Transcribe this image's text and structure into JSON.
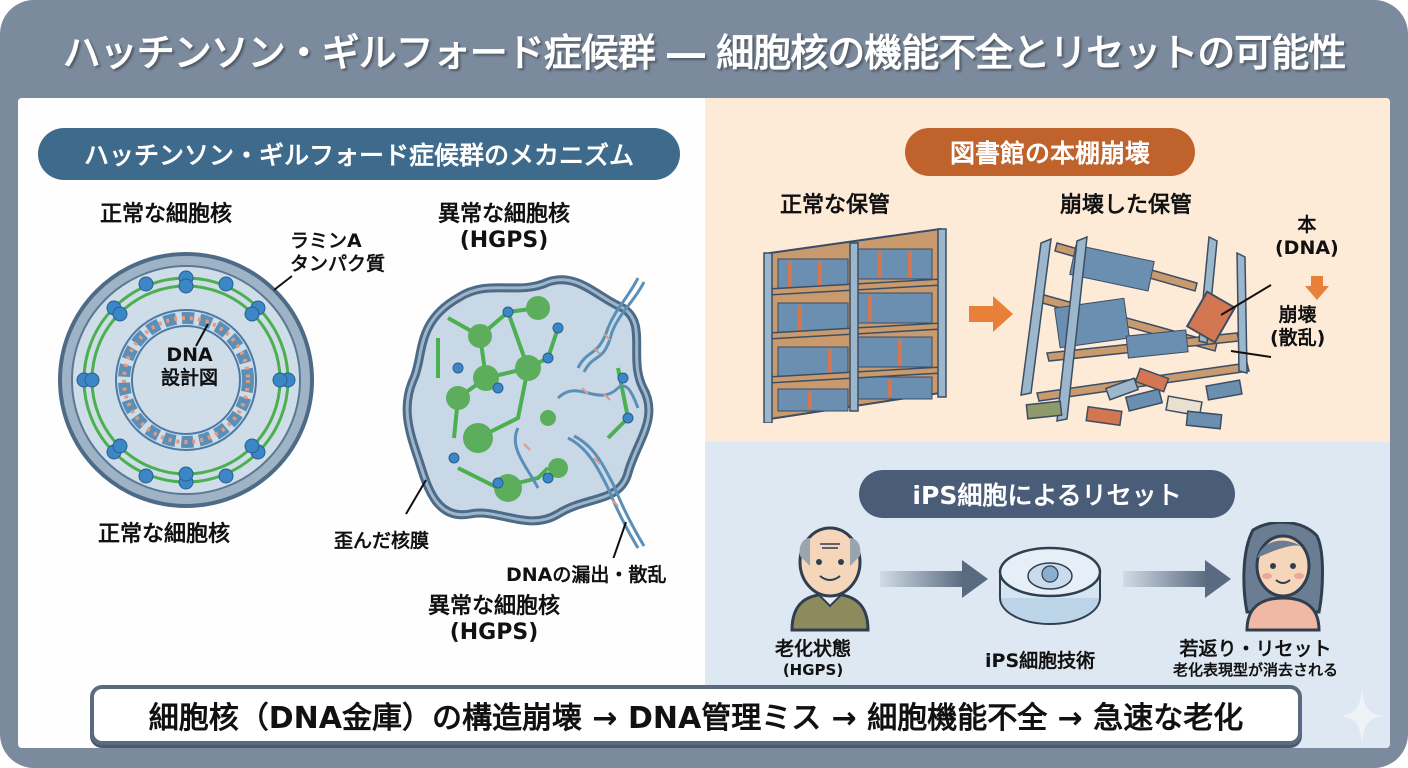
{
  "title": "ハッチンソン・ギルフォード症候群 ― 細胞核の機能不全とリセットの可能性",
  "colors": {
    "frame": "#7b8a9c",
    "mechanism_pill": "#3e6b8c",
    "library_pill": "#c0622c",
    "ips_pill": "#4a5d78",
    "peach_bg": "#fdebd8",
    "blue_bg": "#dde8f2",
    "lamin_green": "#4caf50",
    "lamin_dot": "#3a86c6",
    "arrow_orange": "#e8803a"
  },
  "mechanism": {
    "heading": "ハッチンソン・ギルフォード症候群のメカニズム",
    "normal": {
      "title": "正常な細胞核",
      "lamin_label_line1": "ラミンA",
      "lamin_label_line2": "タンパク質",
      "dna_label_line1": "DNA",
      "dna_label_line2": "設計図",
      "caption": "正常な細胞核"
    },
    "abnormal": {
      "title_line1": "異常な細胞核",
      "title_line2": "(HGPS)",
      "membrane_label": "歪んだ核膜",
      "leak_label": "DNAの漏出・散乱",
      "caption_line1": "異常な細胞核",
      "caption_line2": "(HGPS)"
    }
  },
  "library": {
    "heading": "図書館の本棚崩壊",
    "normal_label": "正常な保管",
    "collapsed_label": "崩壊した保管",
    "book_label_line1": "本",
    "book_label_line2": "(DNA)",
    "collapse_label_line1": "崩壊",
    "collapse_label_line2": "(散乱)"
  },
  "ips": {
    "heading": "iPS細胞によるリセット",
    "steps": [
      {
        "label": "老化状態",
        "sub": "(HGPS)",
        "icon": "elderly-person-icon"
      },
      {
        "label": "iPS細胞技術",
        "sub": "",
        "icon": "petri-dish-icon"
      },
      {
        "label": "若返り・リセット",
        "sub": "老化表現型が消去される",
        "icon": "young-person-icon"
      }
    ]
  },
  "bottom_banner": "細胞核（DNA金庫）の構造崩壊 → DNA管理ミス → 細胞機能不全 → 急速な老化"
}
